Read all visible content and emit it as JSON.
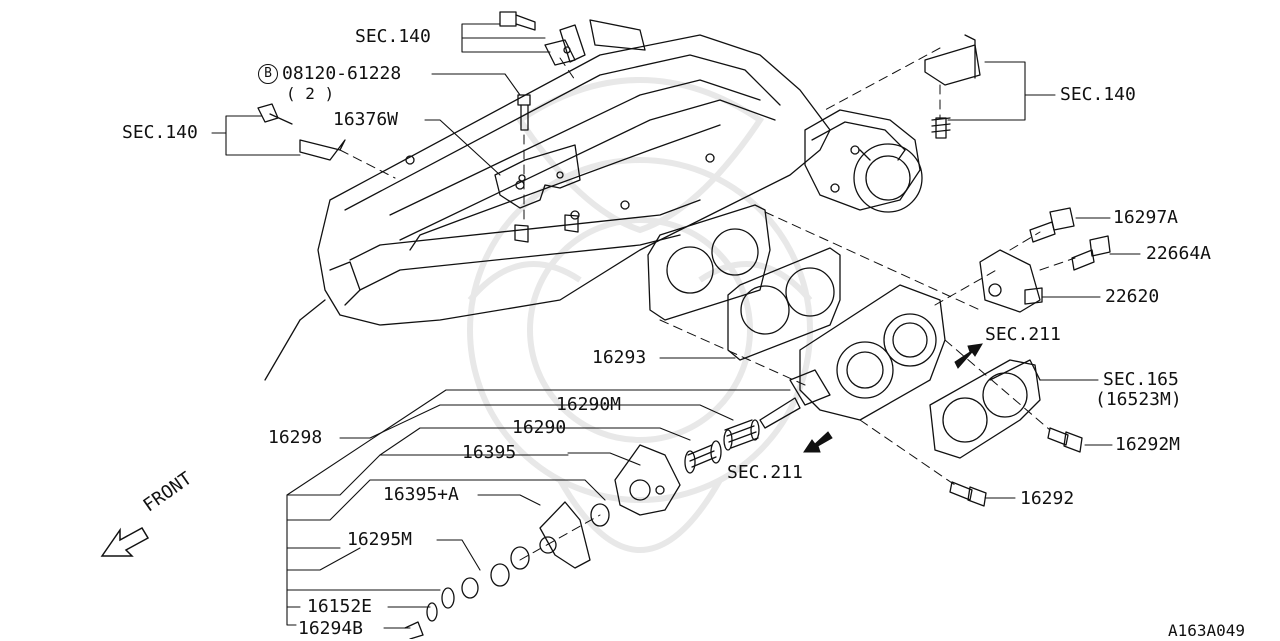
{
  "labels": {
    "sec140_top": "SEC.140",
    "bolt_symbol": "B",
    "bolt_part": "08120-61228",
    "bolt_qty": "( 2 )",
    "sec140_left": "SEC.140",
    "p16376w": "16376W",
    "sec140_right": "SEC.140",
    "p16297a": "16297A",
    "p22664a": "22664A",
    "p22620": "22620",
    "sec211_upper": "SEC.211",
    "sec165": "SEC.165",
    "sec165_sub": "(16523M)",
    "p16293": "16293",
    "p16290m": "16290M",
    "p16290": "16290",
    "p16298": "16298",
    "p16395": "16395",
    "sec211_lower": "SEC.211",
    "p16292m": "16292M",
    "p16292": "16292",
    "p16395a": "16395+A",
    "p16295m": "16295M",
    "p16152e": "16152E",
    "p16294b": "16294B",
    "front": "FRONT",
    "diagram_code": "A163A049"
  },
  "colors": {
    "line": "#111111",
    "watermark": "#e6e6e6",
    "arrow_fill": "#111111"
  }
}
